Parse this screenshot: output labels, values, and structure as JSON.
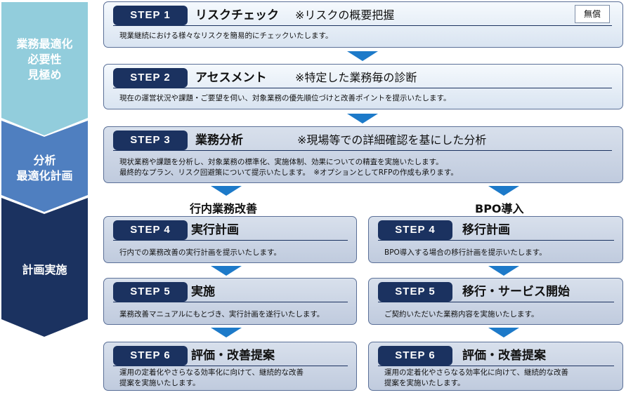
{
  "phases": [
    {
      "label": "業務最適化\n必要性\n見極め",
      "color": "#92cddc"
    },
    {
      "label": "分析\n最適化計画",
      "color": "#4f7fc0"
    },
    {
      "label": "計画実施",
      "color": "#1b3260"
    }
  ],
  "steps": {
    "s1": {
      "num": "STEP 1",
      "title": "リスクチェック",
      "subtitle": "※リスクの概要把握",
      "badge": "無償",
      "desc": "現業継続における様々なリスクを簡易的にチェックいたします。"
    },
    "s2": {
      "num": "STEP 2",
      "title": "アセスメント",
      "subtitle": "※特定した業務毎の診断",
      "desc": "現在の運営状況や課題・ご要望を伺い、対象業務の優先順位づけと改善ポイントを提示いたします。"
    },
    "s3": {
      "num": "STEP 3",
      "title": "業務分析",
      "subtitle": "※現場等での詳細確認を基にした分析",
      "desc": "現状業務や課題を分析し、対象業務の標準化、実施体制、効果についての精査を実施いたします。\n最終的なプラン、リスク回避策について提示いたします。　※オプションとしてRFPの作成も承ります。"
    }
  },
  "columns": {
    "left": {
      "heading": "行内業務改善",
      "steps": [
        {
          "num": "STEP 4",
          "title": "実行計画",
          "desc": "行内での業務改善の実行計画を提示いたします。"
        },
        {
          "num": "STEP 5",
          "title": "実施",
          "desc": "業務改善マニュアルにもとづき、実行計画を遂行いたします。"
        },
        {
          "num": "STEP 6",
          "title": "評価・改善提案",
          "desc": "運用の定着化やさらなる効率化に向けて、継続的な改善\n提案を実施いたします。"
        }
      ]
    },
    "right": {
      "heading": "BPO導入",
      "steps": [
        {
          "num": "STEP 4",
          "title": "移行計画",
          "desc": "BPO導入する場合の移行計画を提示いたします。"
        },
        {
          "num": "STEP 5",
          "title": "移行・サービス開始",
          "desc": "ご契約いただいた業務内容を実施いたします。"
        },
        {
          "num": "STEP 6",
          "title": "評価・改善提案",
          "desc": "運用の定着化やさらなる効率化に向けて、継続的な改善\n提案を実施いたします。"
        }
      ]
    }
  },
  "colors": {
    "navy": "#1b3260",
    "arrow": "#1d7ac9"
  }
}
